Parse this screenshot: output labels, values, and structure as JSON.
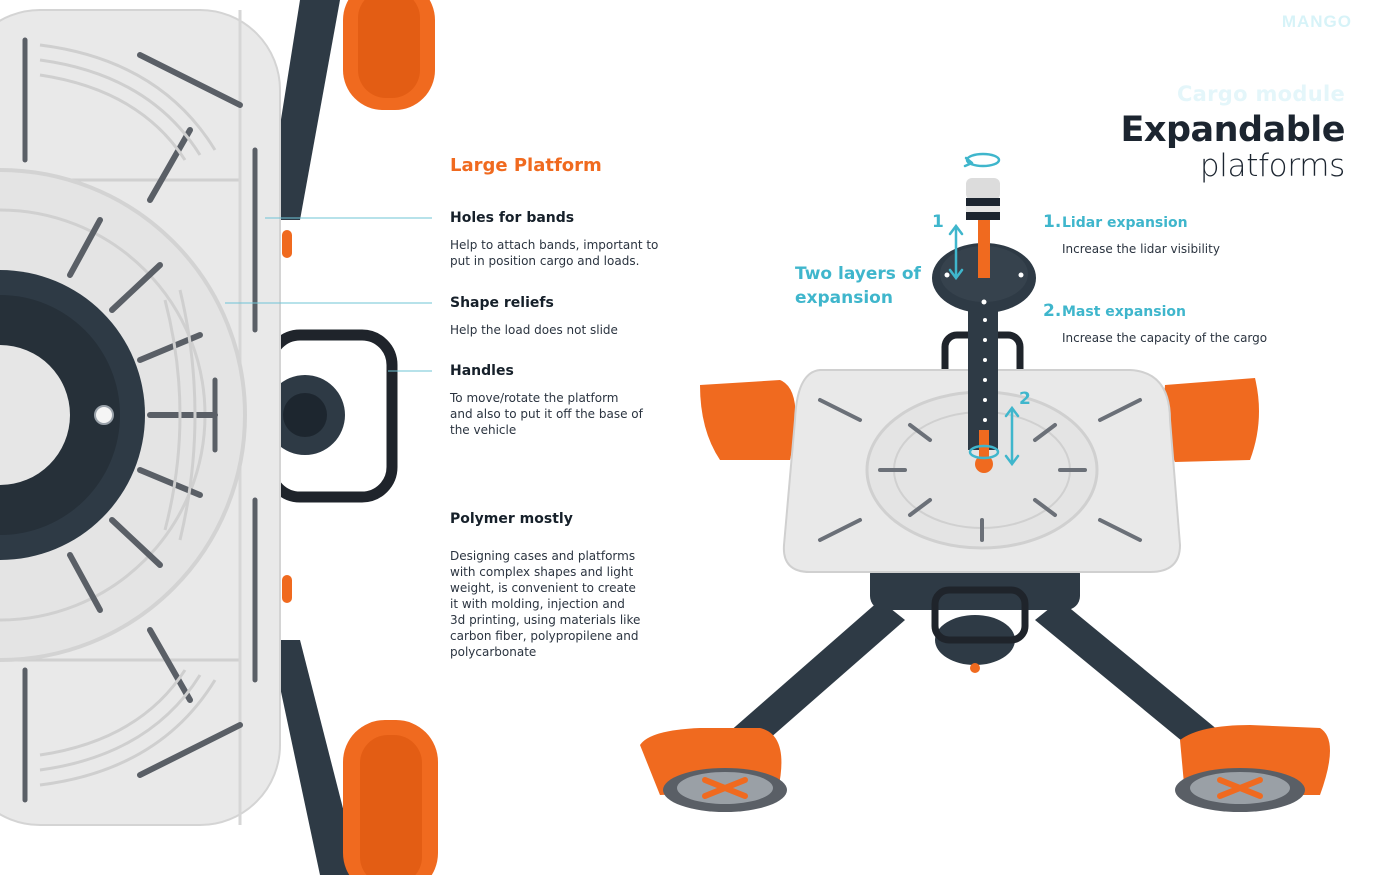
{
  "brand": "MANGO",
  "header": {
    "kicker": "Cargo module",
    "title": "Expandable",
    "subtitle": "platforms"
  },
  "left_panel": {
    "section_title": "Large Platform",
    "features": [
      {
        "title": "Holes for bands",
        "text_lines": [
          "Help to attach bands, important to",
          "put in position cargo and loads."
        ]
      },
      {
        "title": "Shape reliefs",
        "text_lines": [
          "Help the load does not slide"
        ]
      },
      {
        "title": "Handles",
        "text_lines": [
          "To move/rotate the platform",
          "and also to put it off the base of",
          "the vehicle"
        ]
      },
      {
        "title": "Polymer mostly",
        "text_lines": [
          "Designing cases and platforms",
          "with complex shapes and light",
          "weight, is convenient to create",
          "it with molding, injection and",
          "3d printing, using materials like",
          "carbon fiber, polypropilene and",
          "polycarbonate"
        ]
      }
    ]
  },
  "expansion": {
    "title_lines": [
      "Two layers of",
      "expansion"
    ],
    "items": [
      {
        "number": "1.",
        "title": "Lidar expansion",
        "text": "Increase the lidar visibility",
        "marker": "1"
      },
      {
        "number": "2.",
        "title": "Mast expansion",
        "text": "Increase the capacity of the cargo",
        "marker": "2"
      }
    ]
  },
  "colors": {
    "accent_orange": "#f06a1f",
    "accent_cyan": "#3fb6cc",
    "dark": "#1c2530",
    "body_dark": "#2e3a45",
    "platform_grey": "#e9e9e9"
  }
}
